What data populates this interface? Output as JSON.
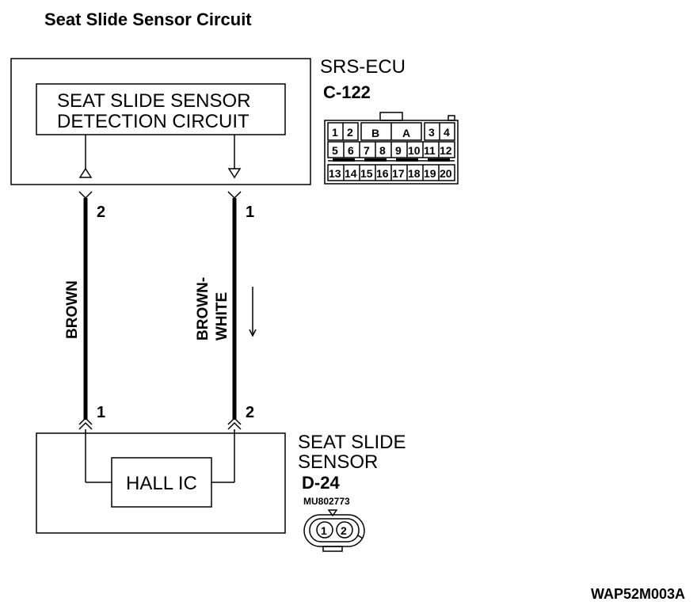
{
  "title": "Seat Slide Sensor Circuit",
  "ecu": {
    "name": "SRS-ECU",
    "connector": "C-122",
    "circuit_line1": "SEAT SLIDE SENSOR",
    "circuit_line2": "DETECTION CIRCUIT",
    "connector_pins": {
      "row1": [
        "1",
        "2",
        "B",
        "A",
        "3",
        "4"
      ],
      "row2": [
        "5",
        "6",
        "7",
        "8",
        "9",
        "10",
        "11",
        "12"
      ],
      "row3": [
        "13",
        "14",
        "15",
        "16",
        "17",
        "18",
        "19",
        "20"
      ]
    }
  },
  "wires": [
    {
      "color": "BROWN",
      "ecu_pin": "2",
      "sensor_pin": "1"
    },
    {
      "color_line1": "BROWN-",
      "color_line2": "WHITE",
      "ecu_pin": "1",
      "sensor_pin": "2"
    }
  ],
  "sensor": {
    "name_line1": "SEAT SLIDE",
    "name_line2": "SENSOR",
    "connector": "D-24",
    "part_code": "MU802773",
    "inner_label": "HALL IC",
    "connector_pins": [
      "1",
      "2"
    ]
  },
  "reference": "WAP52M003A"
}
